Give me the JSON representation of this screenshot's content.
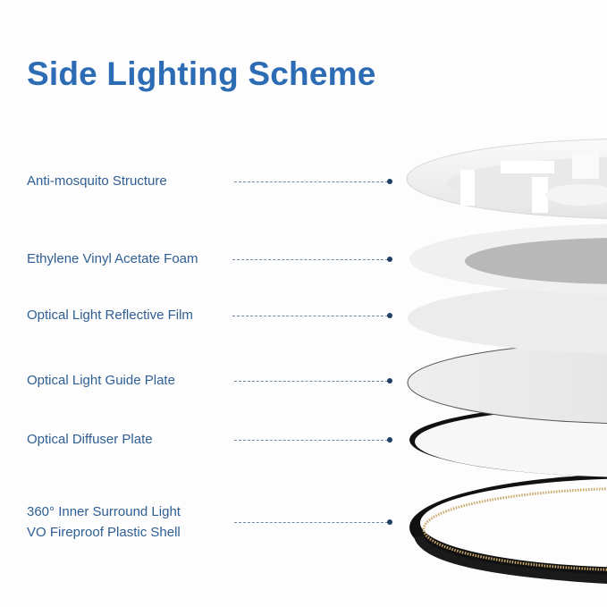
{
  "title": "Side Lighting Scheme",
  "layers": [
    {
      "label": "Anti-mosquito Structure"
    },
    {
      "label": "Ethylene Vinyl Acetate Foam"
    },
    {
      "label": "Optical Light Reflective Film"
    },
    {
      "label": "Optical Light Guide Plate"
    },
    {
      "label": "Optical Diffuser Plate"
    },
    {
      "label_line1": "360° Inner Surround Light",
      "label_line2": "VO Fireproof Plastic Shell"
    }
  ],
  "colors": {
    "title": "#2c6cb4",
    "label": "#2f5e93",
    "shell": "#141414",
    "led": "#c9a86a"
  }
}
